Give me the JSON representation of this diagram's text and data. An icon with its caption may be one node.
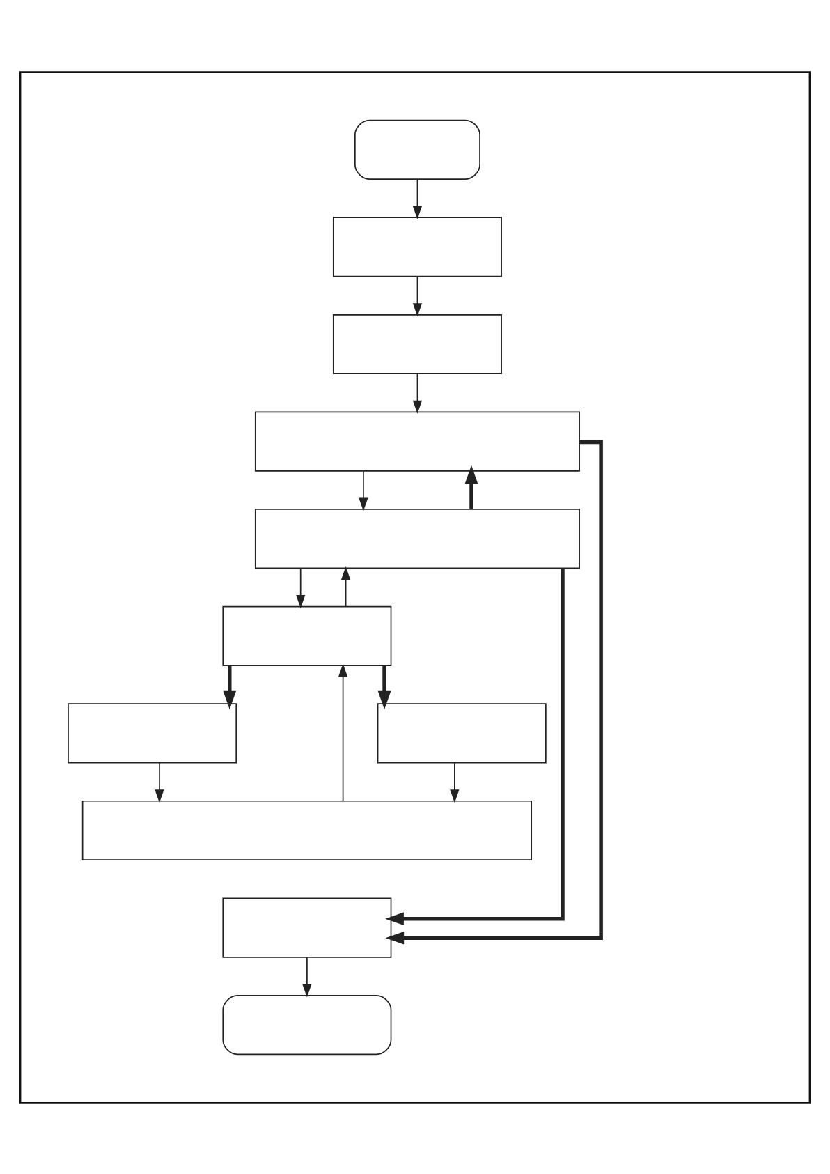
{
  "diagram": {
    "nodes": [
      {
        "text": [],
        "shape": "box"
      },
      {
        "text": [],
        "shape": "oval",
        "in": 0
      },
      {
        "text": [],
        "shape": "box",
        "in": 0
      },
      {
        "text": [],
        "shape": "box",
        "in": 0
      },
      {
        "text": [],
        "shape": "box",
        "in": 0
      },
      {
        "text": [],
        "shape": "box",
        "in": 0
      },
      {
        "text": [],
        "shape": "box",
        "in": 0
      },
      {
        "text": [],
        "shape": "box",
        "in": 0
      },
      {
        "text": [],
        "shape": "box",
        "in": 0
      },
      {
        "text": [],
        "shape": "box",
        "in": 0
      },
      {
        "text": [],
        "shape": "box",
        "in": 0
      },
      {
        "text": [],
        "shape": "oval",
        "in": 0
      }
    ],
    "edges": [
      {
        "from": 1,
        "to": 2,
        "arrow": "to"
      },
      {
        "from": 2,
        "to": 3,
        "arrow": "to"
      },
      {
        "from": 3,
        "to": 4,
        "arrow": "to"
      },
      {
        "from": 4,
        "to": 5,
        "arrow": "to"
      },
      {
        "from": 5,
        "to": 4,
        "arrow": "to",
        "style": "thick"
      },
      {
        "from": 5,
        "to": 6,
        "arrow": "to"
      },
      {
        "from": 6,
        "to": 5,
        "arrow": "to"
      },
      {
        "from": 6,
        "to": 7,
        "arrow": "to",
        "style": "thick"
      },
      {
        "from": 6,
        "to": 8,
        "arrow": "to",
        "style": "thick"
      },
      {
        "from": 7,
        "to": 9,
        "arrow": "to"
      },
      {
        "from": 8,
        "to": 9,
        "arrow": "to"
      },
      {
        "from": 9,
        "to": 6,
        "arrow": "to"
      },
      {
        "from": 4,
        "to": 10,
        "arrow": "to",
        "style": "thick"
      },
      {
        "from": 5,
        "to": 10,
        "arrow": "to",
        "style": "thick"
      },
      {
        "from": 10,
        "to": 11,
        "arrow": "to"
      }
    ]
  }
}
